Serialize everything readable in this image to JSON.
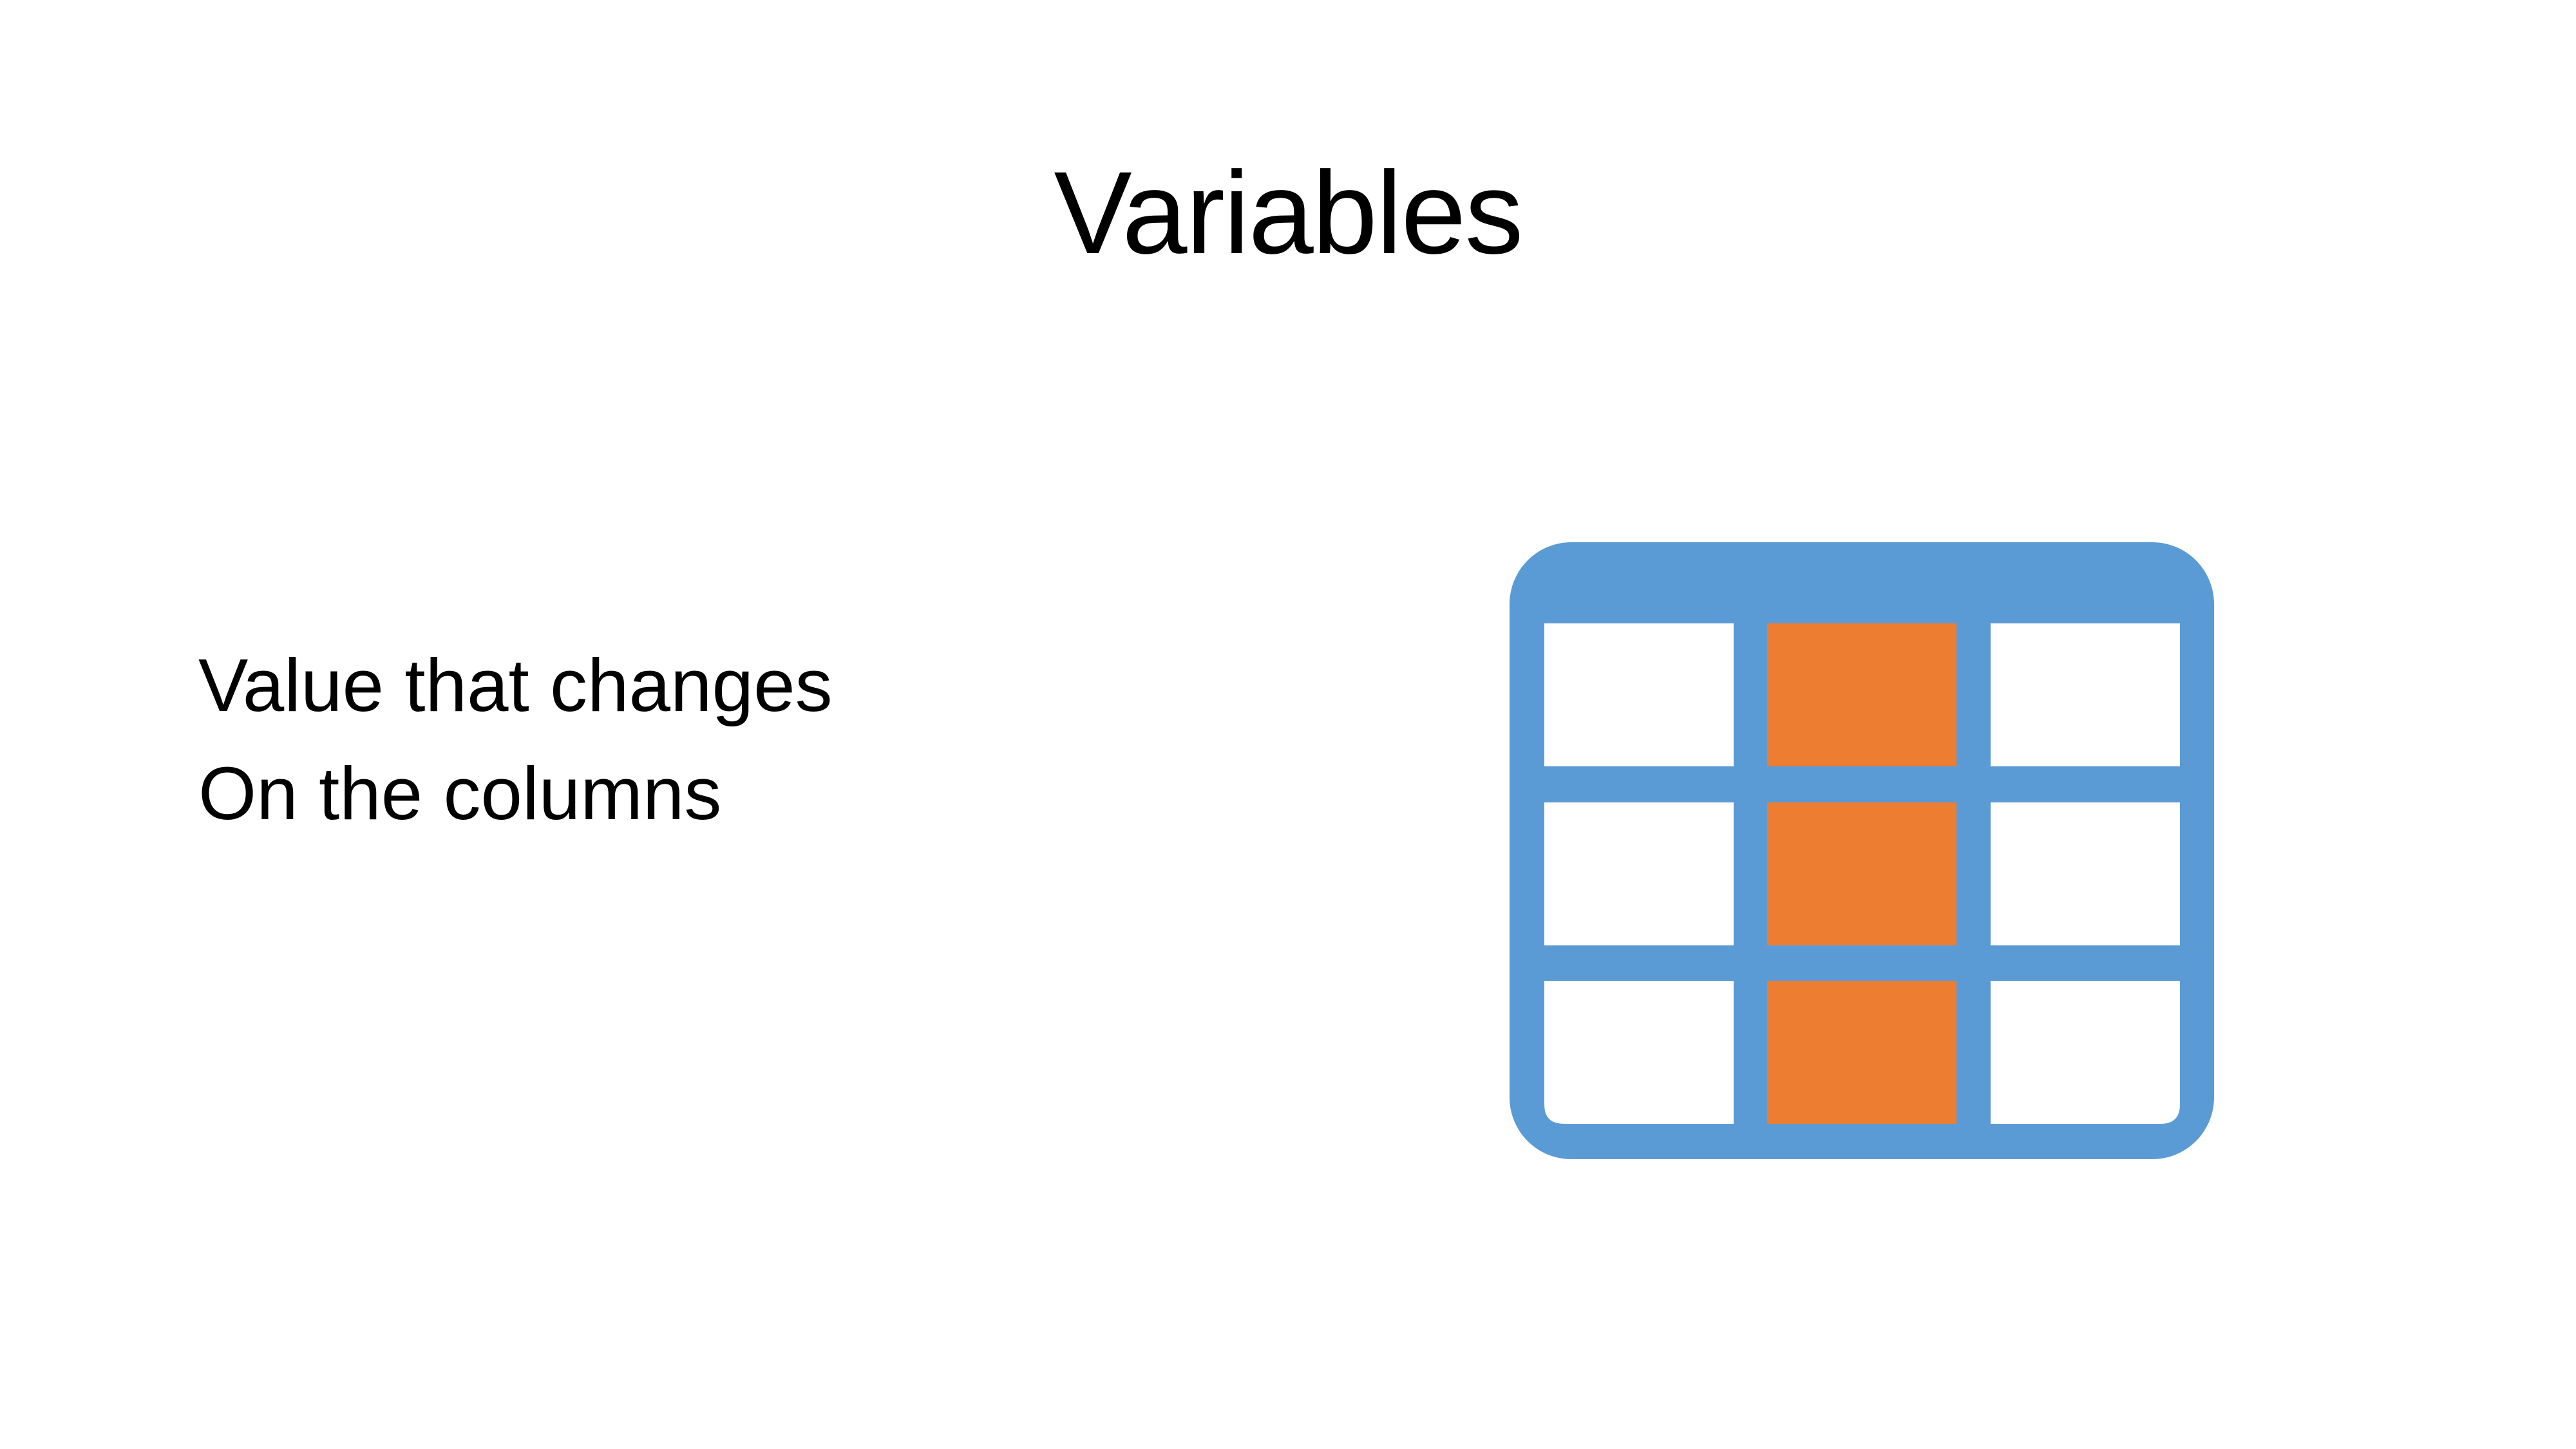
{
  "slide": {
    "title": "Variables",
    "bullets": [
      "Value that changes",
      "On the columns"
    ]
  },
  "graphic": {
    "icon": "table-icon",
    "rows": 3,
    "columns": 3,
    "highlighted_column": 2,
    "colors": {
      "frame": "#5b9bd5",
      "highlight": "#ed7d31",
      "cell": "#ffffff"
    }
  }
}
